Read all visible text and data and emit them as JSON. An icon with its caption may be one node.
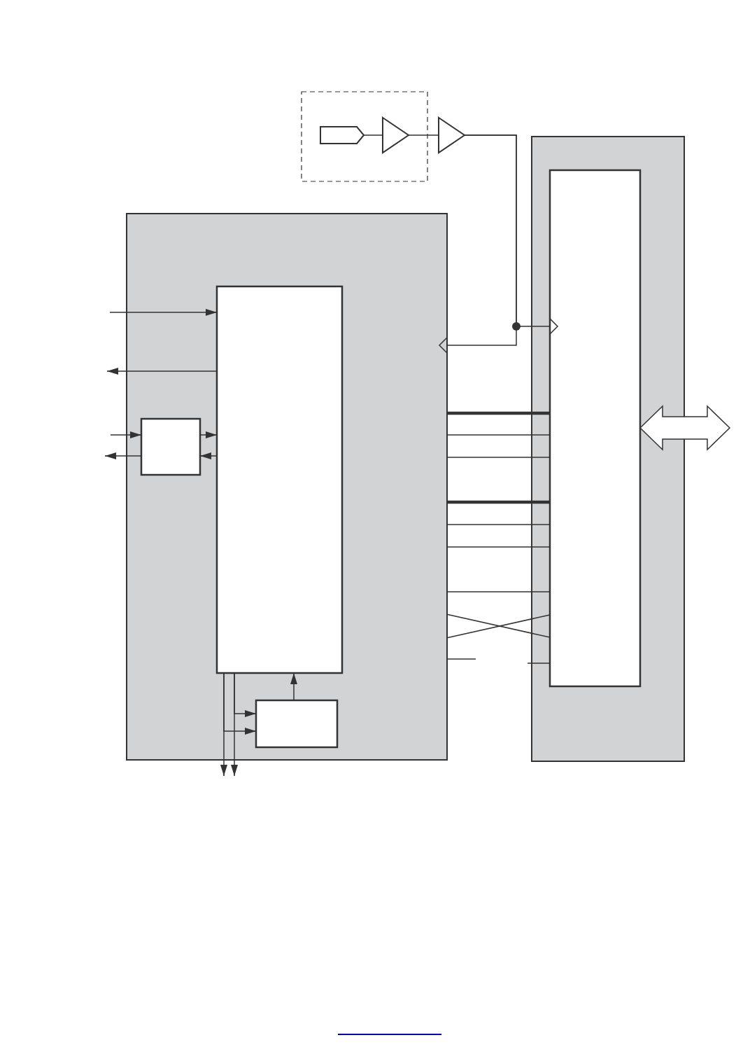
{
  "diagram": {
    "nodes": [
      {
        "text": [],
        "shape": "box"
      },
      {
        "text": [],
        "shape": "pentagon",
        "in": 0
      },
      {
        "text": [],
        "shape": "triangle",
        "in": 0
      },
      {
        "text": [],
        "shape": "triangle"
      },
      {
        "text": [],
        "shape": "box"
      },
      {
        "text": [],
        "shape": "box",
        "in": 4
      },
      {
        "text": [],
        "shape": "box",
        "in": 4
      },
      {
        "text": [],
        "shape": "box",
        "in": 4
      },
      {
        "text": [],
        "shape": "box"
      },
      {
        "text": [],
        "shape": "box",
        "in": 8
      }
    ],
    "edges": [
      {
        "from": 1,
        "to": 2,
        "arrow": "none"
      },
      {
        "from": 2,
        "to": 3,
        "arrow": "none"
      },
      {
        "from": 3,
        "to": 4,
        "arrow": "to"
      },
      {
        "from": 3,
        "to": 9,
        "arrow": "to"
      },
      {
        "from": null,
        "to": 5,
        "arrow": "to"
      },
      {
        "from": 5,
        "to": null,
        "arrow": "to"
      },
      {
        "from": null,
        "to": 6,
        "arrow": "to"
      },
      {
        "from": 6,
        "to": null,
        "arrow": "to"
      },
      {
        "from": 6,
        "to": 5,
        "arrow": "to"
      },
      {
        "from": 5,
        "to": 6,
        "arrow": "to"
      },
      {
        "from": 7,
        "to": 5,
        "arrow": "to"
      },
      {
        "from": 5,
        "to": 7,
        "arrow": "to"
      },
      {
        "from": 5,
        "to": 7,
        "arrow": "to"
      },
      {
        "from": 5,
        "to": null,
        "arrow": "to"
      },
      {
        "from": 5,
        "to": null,
        "arrow": "to"
      },
      {
        "from": 4,
        "to": 9,
        "arrow": "none",
        "style": "thick"
      },
      {
        "from": 4,
        "to": 9,
        "arrow": "none"
      },
      {
        "from": 4,
        "to": 9,
        "arrow": "none"
      },
      {
        "from": 4,
        "to": 9,
        "arrow": "none",
        "style": "thick"
      },
      {
        "from": 4,
        "to": 9,
        "arrow": "none"
      },
      {
        "from": 4,
        "to": 9,
        "arrow": "none"
      },
      {
        "from": 4,
        "to": 9,
        "arrow": "none"
      },
      {
        "from": 4,
        "to": 9,
        "arrow": "none"
      },
      {
        "from": 4,
        "to": 9,
        "arrow": "none"
      },
      {
        "from": 4,
        "to": null,
        "arrow": "none"
      },
      {
        "from": null,
        "to": 9,
        "arrow": "none"
      },
      {
        "from": 9,
        "to": null,
        "arrow": "both"
      }
    ]
  }
}
